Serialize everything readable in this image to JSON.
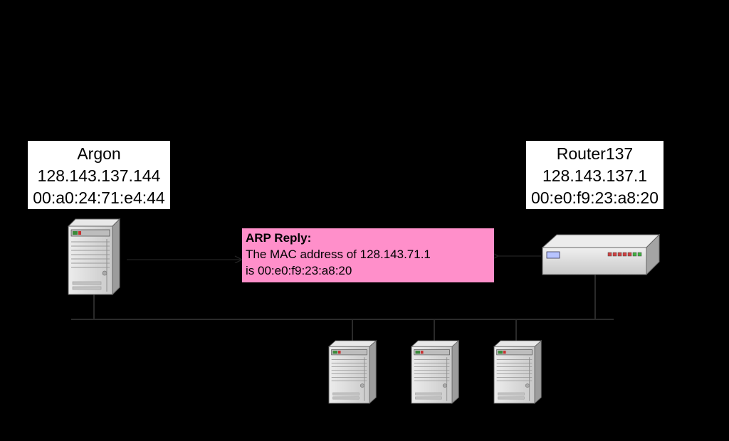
{
  "hosts": {
    "argon": {
      "name": "Argon",
      "ip": "128.143.137.144",
      "mac": "00:a0:24:71:e4:44"
    },
    "router": {
      "name": "Router137",
      "ip": "128.143.137.1",
      "mac": "00:e0:f9:23:a8:20"
    }
  },
  "message": {
    "title": "ARP Reply:",
    "line1": "The MAC address of 128.143.71.1",
    "line2": "is 00:e0:f9:23:a8:20"
  },
  "colors": {
    "background": "#000000",
    "label_fill": "#ffffff",
    "message_fill": "#ff8fca",
    "server_body": "#d6d6d6",
    "router_body": "#d8d8d8"
  },
  "icons": {
    "argon": "server-tower-icon",
    "router": "router-icon",
    "other_hosts": [
      "server-tower-icon",
      "server-tower-icon",
      "server-tower-icon"
    ]
  }
}
